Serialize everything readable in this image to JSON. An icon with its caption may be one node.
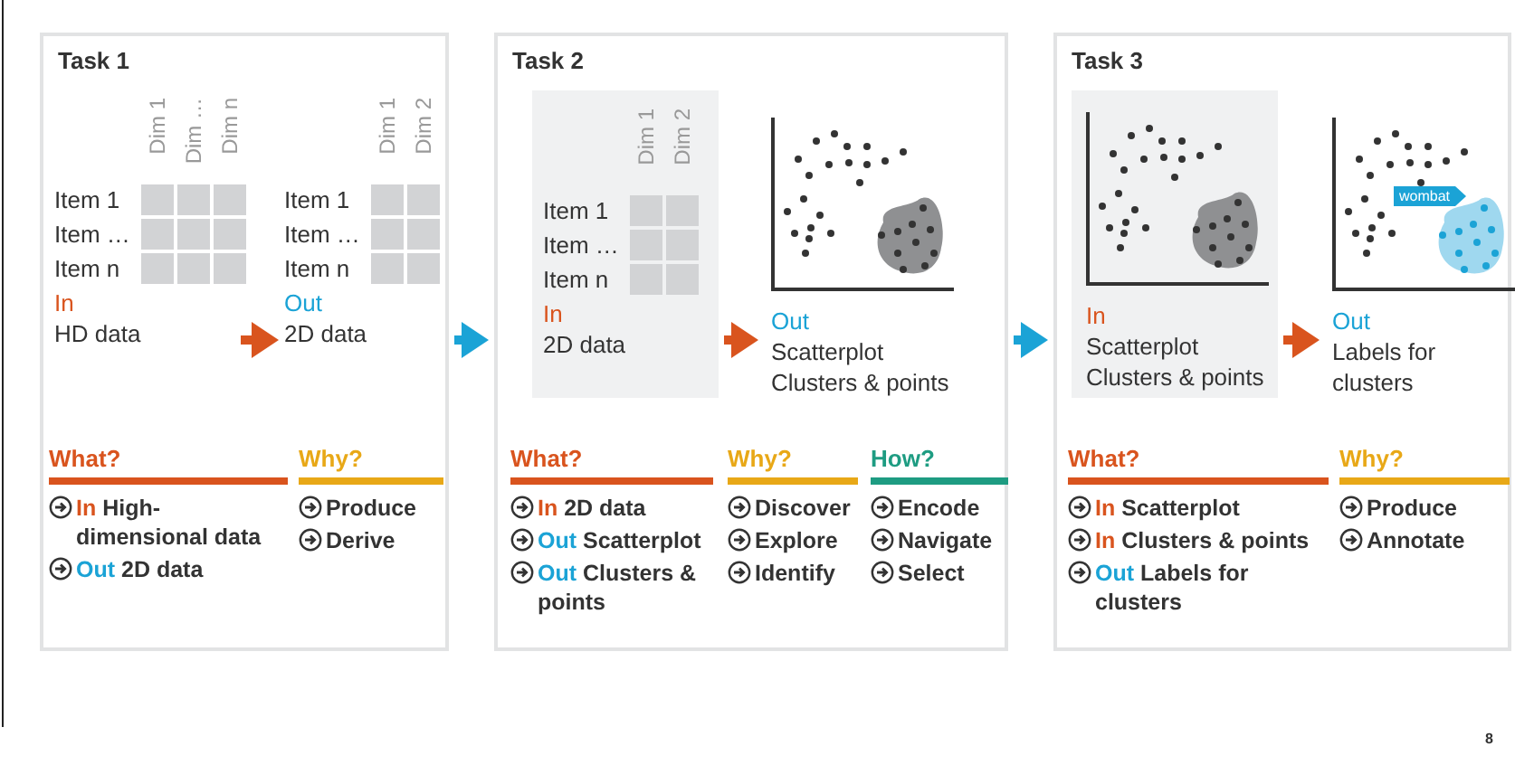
{
  "diagram": {
    "nodes": [
      {
        "text": [
          "Task 1"
        ]
      },
      {
        "text": [
          "Dim 1",
          "Dim …",
          "Dim n",
          "Item 1",
          "Item …",
          "Item n",
          "In",
          "HD data"
        ],
        "in": 0
      },
      {
        "text": [
          "Dim 1",
          "Dim 2",
          "Item 1",
          "Item …",
          "Item n",
          "Out",
          "2D data"
        ],
        "in": 0
      },
      {
        "text": [
          "What?",
          "In High-dimensional data",
          "Out 2D data"
        ],
        "in": 0
      },
      {
        "text": [
          "Why?",
          "Produce",
          "Derive"
        ],
        "in": 0
      },
      {
        "text": [
          "Task 2"
        ]
      },
      {
        "text": [
          "Dim 1",
          "Dim 2",
          "Item 1",
          "Item …",
          "Item n",
          "In",
          "2D data"
        ],
        "in": 5
      },
      {
        "text": [
          "Out",
          "Scatterplot",
          "Clusters & points"
        ],
        "in": 5
      },
      {
        "text": [
          "What?",
          "In 2D data",
          "Out Scatterplot",
          "Out Clusters & points"
        ],
        "in": 5
      },
      {
        "text": [
          "Why?",
          "Discover",
          "Explore",
          "Identify"
        ],
        "in": 5
      },
      {
        "text": [
          "How?",
          "Encode",
          "Navigate",
          "Select"
        ],
        "in": 5
      },
      {
        "text": [
          "Task 3"
        ]
      },
      {
        "text": [
          "In",
          "Scatterplot",
          "Clusters & points"
        ],
        "in": 11
      },
      {
        "text": [
          "wombat",
          "Out",
          "Labels for clusters"
        ],
        "in": 11
      },
      {
        "text": [
          "What?",
          "In Scatterplot",
          "In Clusters & points",
          "Out Labels for clusters"
        ],
        "in": 11
      },
      {
        "text": [
          "Why?",
          "Produce",
          "Annotate"
        ],
        "in": 11
      }
    ],
    "edges": [
      {
        "from": 1,
        "to": 2,
        "arrow": "to"
      },
      {
        "from": 0,
        "to": 5,
        "arrow": "to",
        "color": "#1ba3d6"
      },
      {
        "from": 6,
        "to": 7,
        "arrow": "to"
      },
      {
        "from": 5,
        "to": 11,
        "arrow": "to",
        "color": "#1ba3d6"
      },
      {
        "from": 12,
        "to": 13,
        "arrow": "to"
      }
    ],
    "labels": [
      "8"
    ]
  }
}
